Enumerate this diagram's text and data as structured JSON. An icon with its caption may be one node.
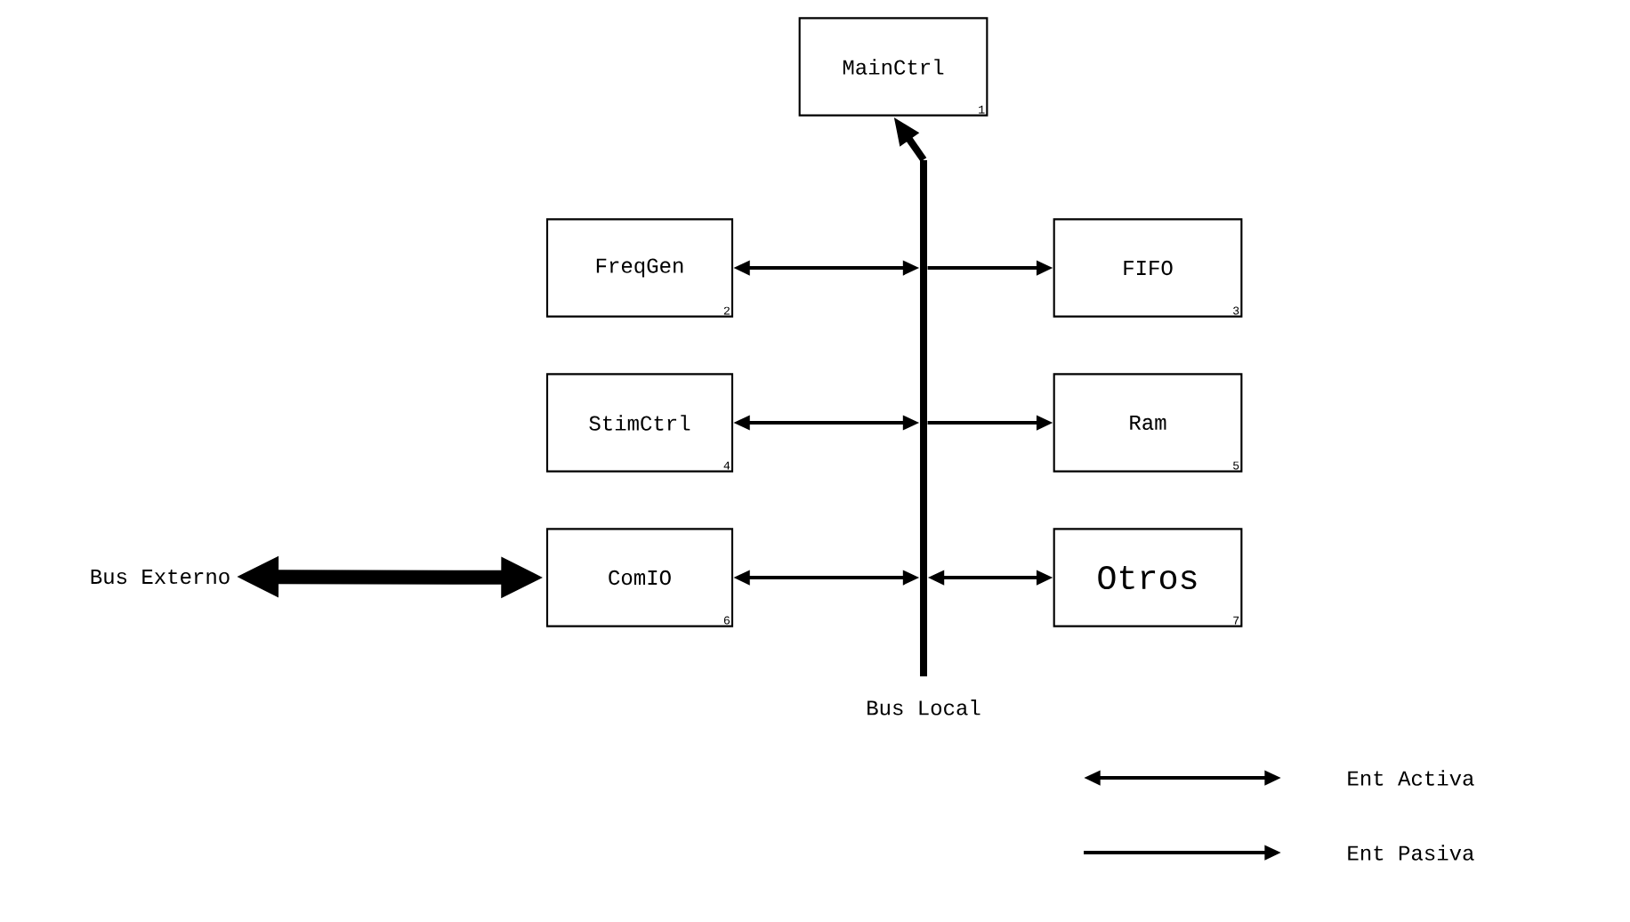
{
  "diagram": {
    "nodes": [
      {
        "text": [
          "MainCtrl",
          "1"
        ]
      },
      {
        "text": [
          "FreqGen",
          "2"
        ]
      },
      {
        "text": [
          "FIFO",
          "3"
        ]
      },
      {
        "text": [
          "StimCtrl",
          "4"
        ]
      },
      {
        "text": [
          "Ram",
          "5"
        ]
      },
      {
        "text": [
          "ComIO",
          "6"
        ]
      },
      {
        "text": [
          "Otros",
          "7"
        ]
      },
      {
        "text": [],
        "shape": "bar",
        "beside": [
          "Bus Local"
        ]
      },
      {
        "text": [
          "Bus Externo"
        ]
      }
    ],
    "edges": [
      {
        "from": 7,
        "to": 0,
        "arrow": "to",
        "style": "thick"
      },
      {
        "from": 7,
        "to": 1,
        "arrow": "both"
      },
      {
        "from": 7,
        "to": 2,
        "arrow": "to"
      },
      {
        "from": 7,
        "to": 3,
        "arrow": "both"
      },
      {
        "from": 7,
        "to": 4,
        "arrow": "to"
      },
      {
        "from": 7,
        "to": 5,
        "arrow": "both"
      },
      {
        "from": 7,
        "to": 6,
        "arrow": "both"
      },
      {
        "from": 8,
        "to": 5,
        "arrow": "both",
        "style": "thick"
      }
    ],
    "legend": [
      {
        "text": "Ent Activa"
      },
      {
        "text": "Ent Pasiva"
      }
    ]
  }
}
